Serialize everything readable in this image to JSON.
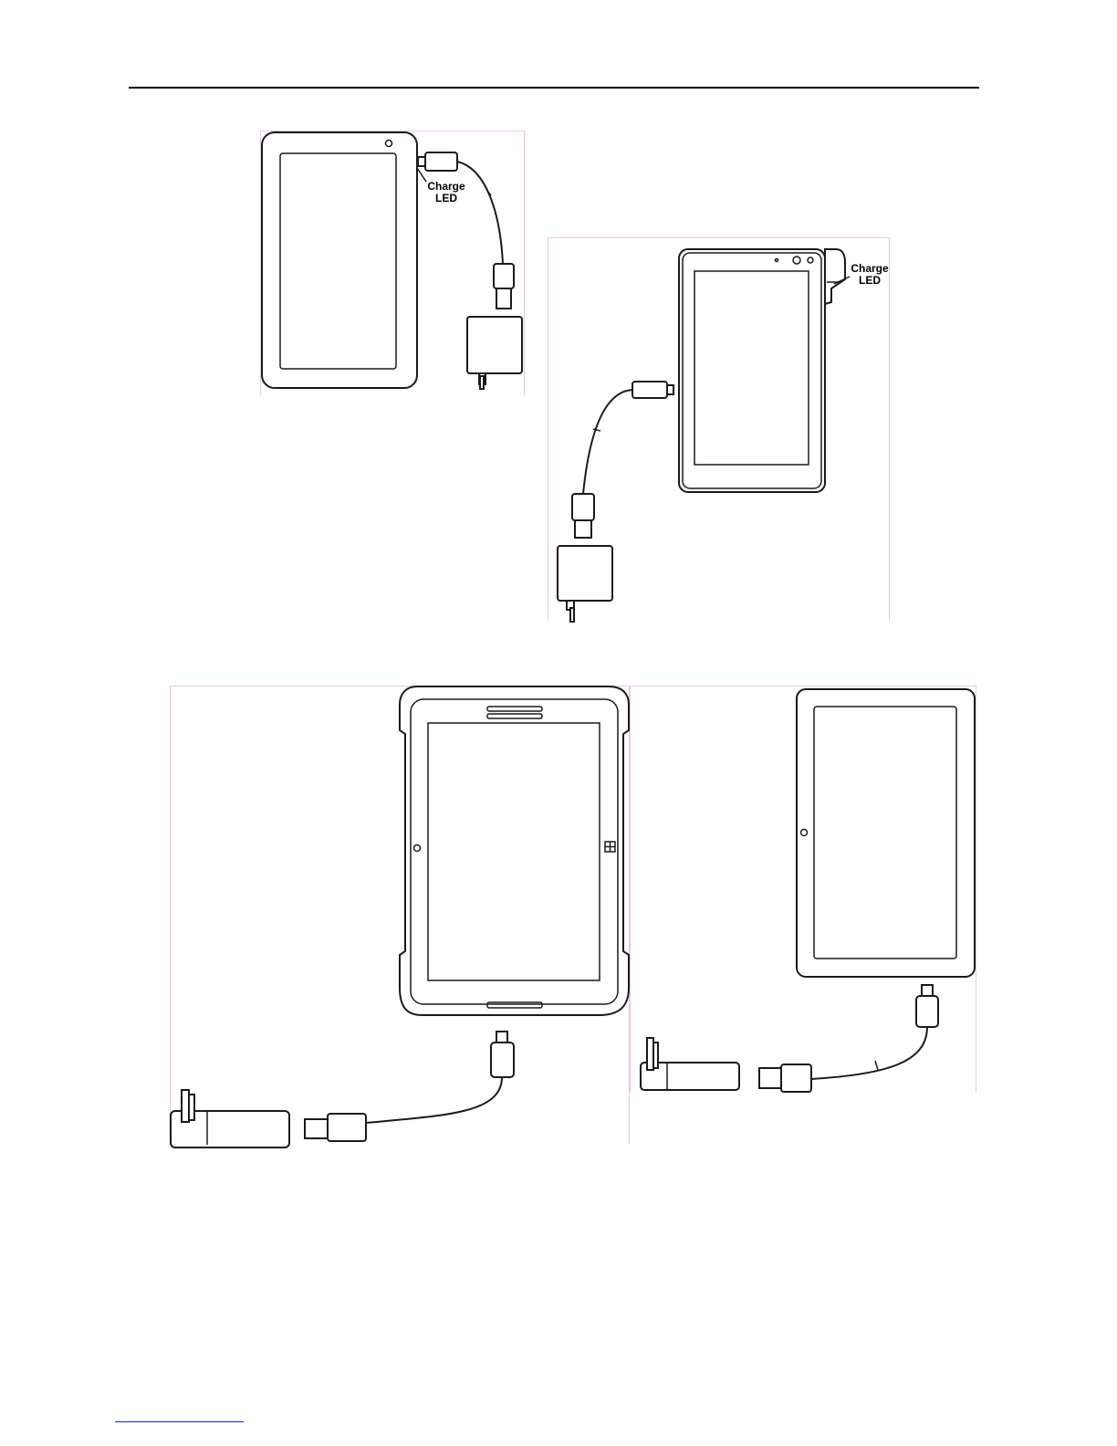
{
  "figures": {
    "fig1": {
      "label_line1": "Charge",
      "label_line2": "LED"
    },
    "fig2": {
      "label_line1": "Charge",
      "label_line2": "LED"
    }
  }
}
